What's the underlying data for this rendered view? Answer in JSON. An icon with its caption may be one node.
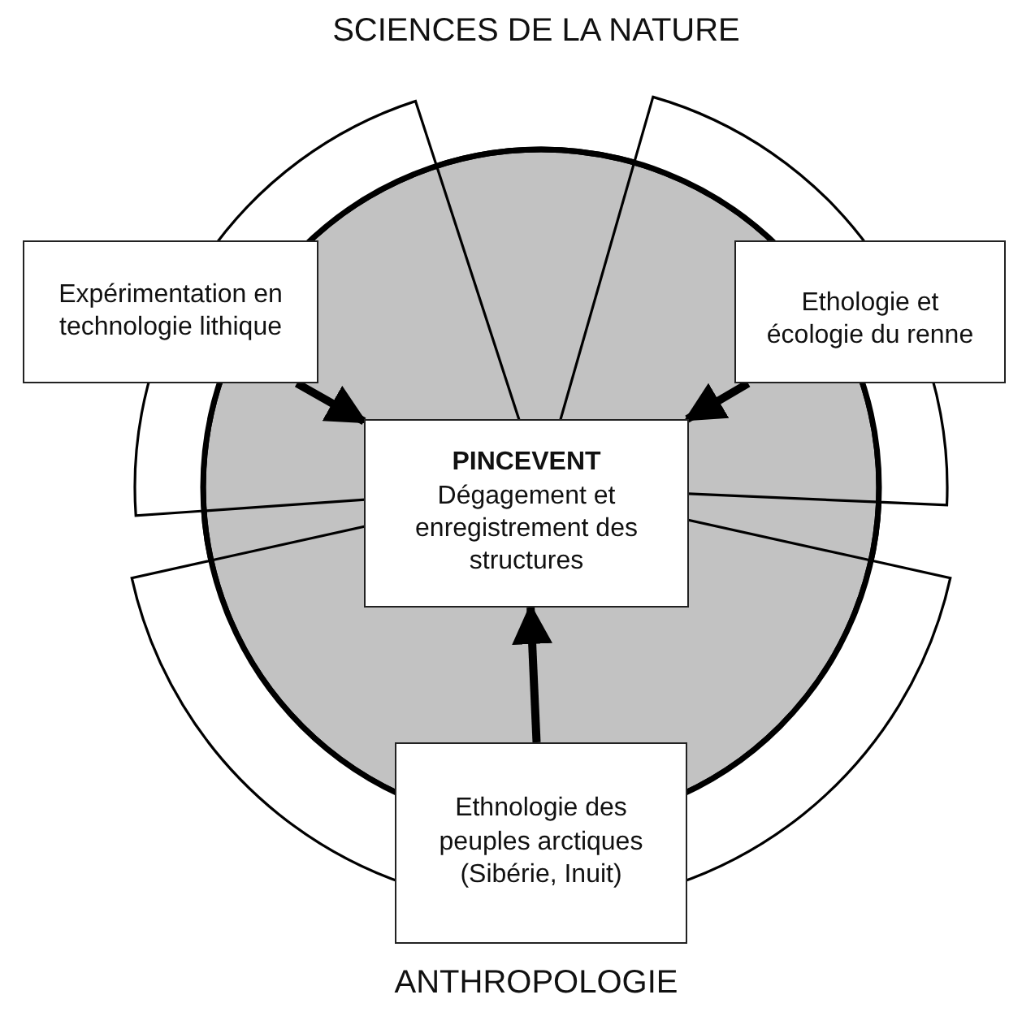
{
  "diagram": {
    "nodes": [
      {
        "text": [
          "Expérimentation en technologie lithique"
        ]
      },
      {
        "text": [
          "Ethologie et écologie du renne"
        ]
      },
      {
        "text": [
          "PINCEVENT",
          "Dégagement et enregistrement des structures"
        ]
      },
      {
        "text": [
          "Ethnologie des peuples arctiques (Sibérie, Inuit)"
        ]
      }
    ],
    "edges": [
      {
        "from": 0,
        "to": 2,
        "arrow": "to"
      },
      {
        "from": 1,
        "to": 2,
        "arrow": "to"
      },
      {
        "from": 3,
        "to": 2,
        "arrow": "to"
      }
    ],
    "labels": [
      "SCIENCES DE LA NATURE",
      "ANTHROPOLOGIE"
    ]
  }
}
